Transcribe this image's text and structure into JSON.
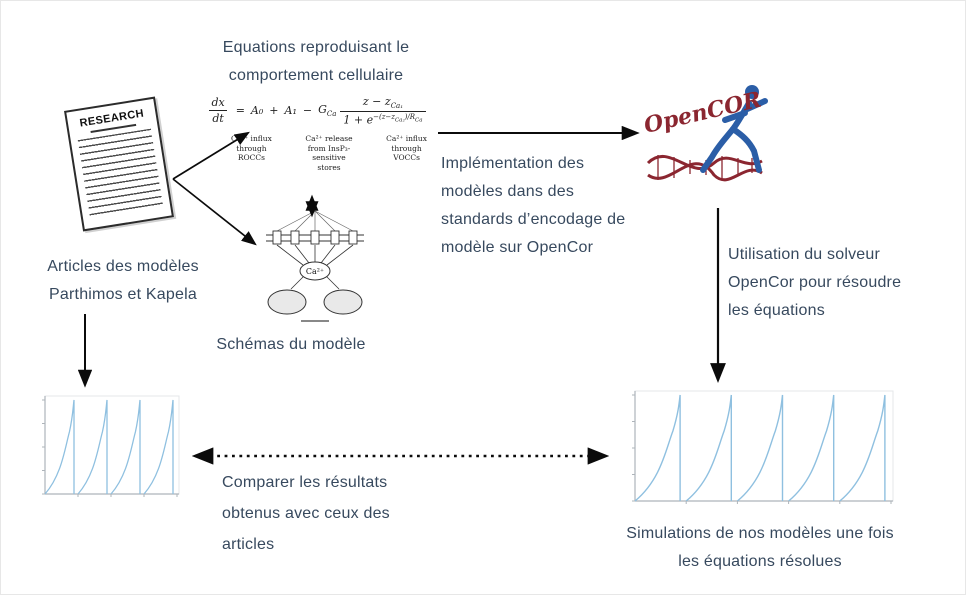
{
  "colors": {
    "text": "#37495e",
    "arrow": "#0b0b0b",
    "plot_line": "#8fc0e0",
    "logo_maroon": "#8b2630",
    "logo_blue": "#2b5ea7"
  },
  "labels": {
    "equations_title": "Equations reproduisant le\ncomportement cellulaire",
    "articles": "Articles des modèles\nParthimos et Kapela",
    "schema": "Schémas du modèle",
    "implementation": "Implémentation des\nmodèles dans des\nstandards d’encodage de\nmodèle sur OpenCor",
    "solver": "Utilisation du solveur\nOpenCor pour résoudre\nles équations",
    "compare": "Comparer les résultats\nobtenus avec ceux des\narticles",
    "simulations": "Simulations de nos modèles une fois\nles équations résolues"
  },
  "paper": {
    "title": "RESEARCH"
  },
  "equation": {
    "d_num": "dx",
    "d_den": "dt",
    "eq_sign": "=",
    "a0": "A₀",
    "plus": "+",
    "a1": "A₁",
    "minus": "−",
    "g_base": "G",
    "g_sub": "Ca",
    "f_num_base": "z − z",
    "f_num_sub": "Ca₁",
    "f_den_base": "1 + e",
    "f_den_exp": "−(z−z",
    "f_den_exp_sub": "Ca₂",
    "f_den_exp2": ")/R",
    "f_den_exp_sub2": "Ca",
    "notes": [
      "Ca²⁺ influx\nthrough\nROCCs",
      "Ca²⁺ release\nfrom InsP₃-\nsensitive\nstores",
      "Ca²⁺ influx\nthrough\nVOCCs"
    ]
  },
  "schema_diagram": {
    "center_label": "Ca²⁺"
  },
  "logo": {
    "text": "OpenCOR"
  },
  "plots": {
    "left": {
      "cycles": 4,
      "line_color": "#8fc0e0"
    },
    "right": {
      "cycles": 5,
      "line_color": "#8fc0e0"
    }
  }
}
